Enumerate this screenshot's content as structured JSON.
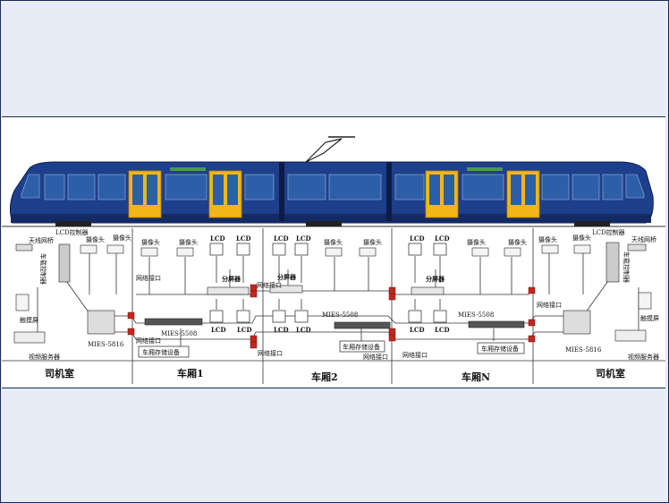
{
  "labels": {
    "camera": "摄像头",
    "lcd": "LCD",
    "splitter": "分屏器",
    "net_port": "网络接口",
    "mies5508": "MIES-5508",
    "mies5816": "MIES-5816",
    "car_storage": "车厢存储设备",
    "lcd_controller": "LCD控制器",
    "antenna_bridge": "天线网桥",
    "onboard_ctrl": "车载控制器",
    "touchscreen": "触摸屏",
    "video_server": "视频服务器"
  },
  "sections": {
    "cab_left": "司机室",
    "car1": "车厢1",
    "car2": "车厢2",
    "carN": "车厢N",
    "cab_right": "司机室"
  },
  "colors": {
    "train_body": "#1e3f8c",
    "train_dark": "#132a63",
    "door": "#f2b619",
    "window": "#2d5fa8",
    "port": "#c0281f",
    "line": "#333333"
  }
}
